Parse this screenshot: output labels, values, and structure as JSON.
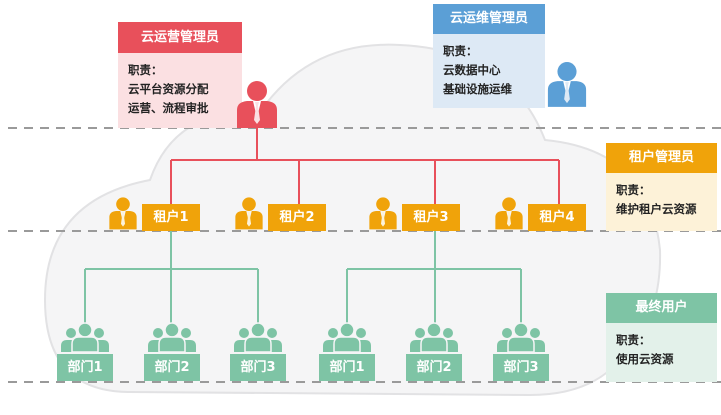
{
  "colors": {
    "cloud_admin": "#e8505b",
    "cloud_admin_bg": "#fbe0e2",
    "ops_admin": "#5b9fd6",
    "ops_admin_bg": "#dde9f5",
    "tenant": "#f0a30a",
    "tenant_bg": "#fdf2d8",
    "end_user": "#7ec4a5",
    "end_user_bg": "#e3f1ea",
    "dashed_line": "#9a9a9a",
    "cloud_bg": "#f5f5f6",
    "cloud_stroke": "#e2e2e4"
  },
  "roles": {
    "cloud_operator": {
      "title": "云运营管理员",
      "duty_label": "职责：",
      "duties": [
        "云平台资源分配",
        "运营、流程审批"
      ],
      "icon": "person-icon"
    },
    "cloud_ops": {
      "title": "云运维管理员",
      "duty_label": "职责：",
      "duties": [
        "云数据中心",
        "基础设施运维"
      ],
      "icon": "person-icon"
    },
    "tenant_admin": {
      "title": "租户管理员",
      "duty_label": "职责：",
      "duties": [
        "维护租户云资源"
      ]
    },
    "end_user": {
      "title": "最终用户",
      "duty_label": "职责：",
      "duties": [
        "使用云资源"
      ]
    }
  },
  "tenants": [
    {
      "label": "租户1"
    },
    {
      "label": "租户2"
    },
    {
      "label": "租户3"
    },
    {
      "label": "租户4"
    }
  ],
  "departments": [
    {
      "label": "部门1",
      "tenant": "租户1"
    },
    {
      "label": "部门2",
      "tenant": "租户1"
    },
    {
      "label": "部门3",
      "tenant": "租户1"
    },
    {
      "label": "部门1",
      "tenant": "租户3"
    },
    {
      "label": "部门2",
      "tenant": "租户3"
    },
    {
      "label": "部门3",
      "tenant": "租户3"
    }
  ]
}
